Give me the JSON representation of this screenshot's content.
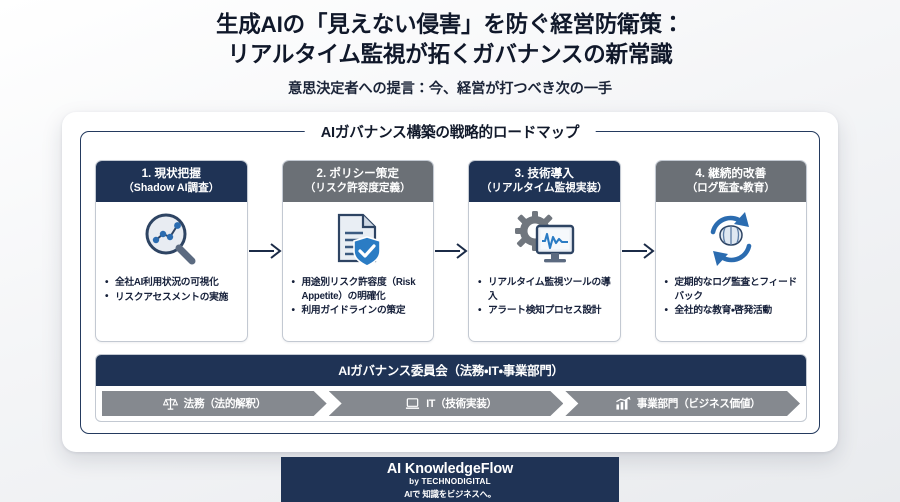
{
  "header": {
    "title_line1": "生成AIの「見えない侵害」を防ぐ経営防衛策：",
    "title_line2": "リアルタイム監視が拓くガバナンスの新常識",
    "subtitle": "意思決定者への提言：今、経営が打つべき次の一手"
  },
  "roadmap": {
    "frame_title": "AIガバナンス構築の戦略的ロードマップ",
    "steps": [
      {
        "head_main": "1. 現状把握",
        "head_sub": "（Shadow AI調査）",
        "head_color": "navy",
        "icon": "magnifier-network-icon",
        "bullets": [
          "全社AI利用状況の可視化",
          "リスクアセスメントの実施"
        ]
      },
      {
        "head_main": "2. ポリシー策定",
        "head_sub": "（リスク許容度定義）",
        "head_color": "gray",
        "icon": "document-shield-check-icon",
        "bullets": [
          "用途別リスク許容度（Risk Appetite）の明確化",
          "利用ガイドラインの策定"
        ]
      },
      {
        "head_main": "3. 技術導入",
        "head_sub": "（リアルタイム監視実装）",
        "head_color": "navy",
        "icon": "gear-monitor-pulse-icon",
        "bullets": [
          "リアルタイム監視ツールの導入",
          "アラート検知プロセス設計"
        ]
      },
      {
        "head_main": "4. 継続的改善",
        "head_sub": "（ログ監査・教育）",
        "head_color": "gray",
        "icon": "refresh-brain-icon",
        "bullets": [
          "定期的なログ監査とフィードバック",
          "全社的な教育・啓発活動"
        ]
      }
    ]
  },
  "committee": {
    "title": "AIガバナンス委員会（法務・IT・事業部門）",
    "roles": [
      {
        "label": "法務（法的解釈）",
        "icon": "scales-icon"
      },
      {
        "label": "IT（技術実装）",
        "icon": "laptop-icon"
      },
      {
        "label": "事業部門（ビジネス価値）",
        "icon": "bar-chart-growth-icon"
      }
    ]
  },
  "footer": {
    "brand": "AI KnowledgeFlow",
    "by": "by TECHNODIGITAL",
    "tagline": "AIで 知識をビジネスへ。"
  },
  "colors": {
    "navy": "#1f3355",
    "gray": "#6b7076",
    "chevron": "#85898f",
    "accent_blue": "#2b7cc4"
  }
}
